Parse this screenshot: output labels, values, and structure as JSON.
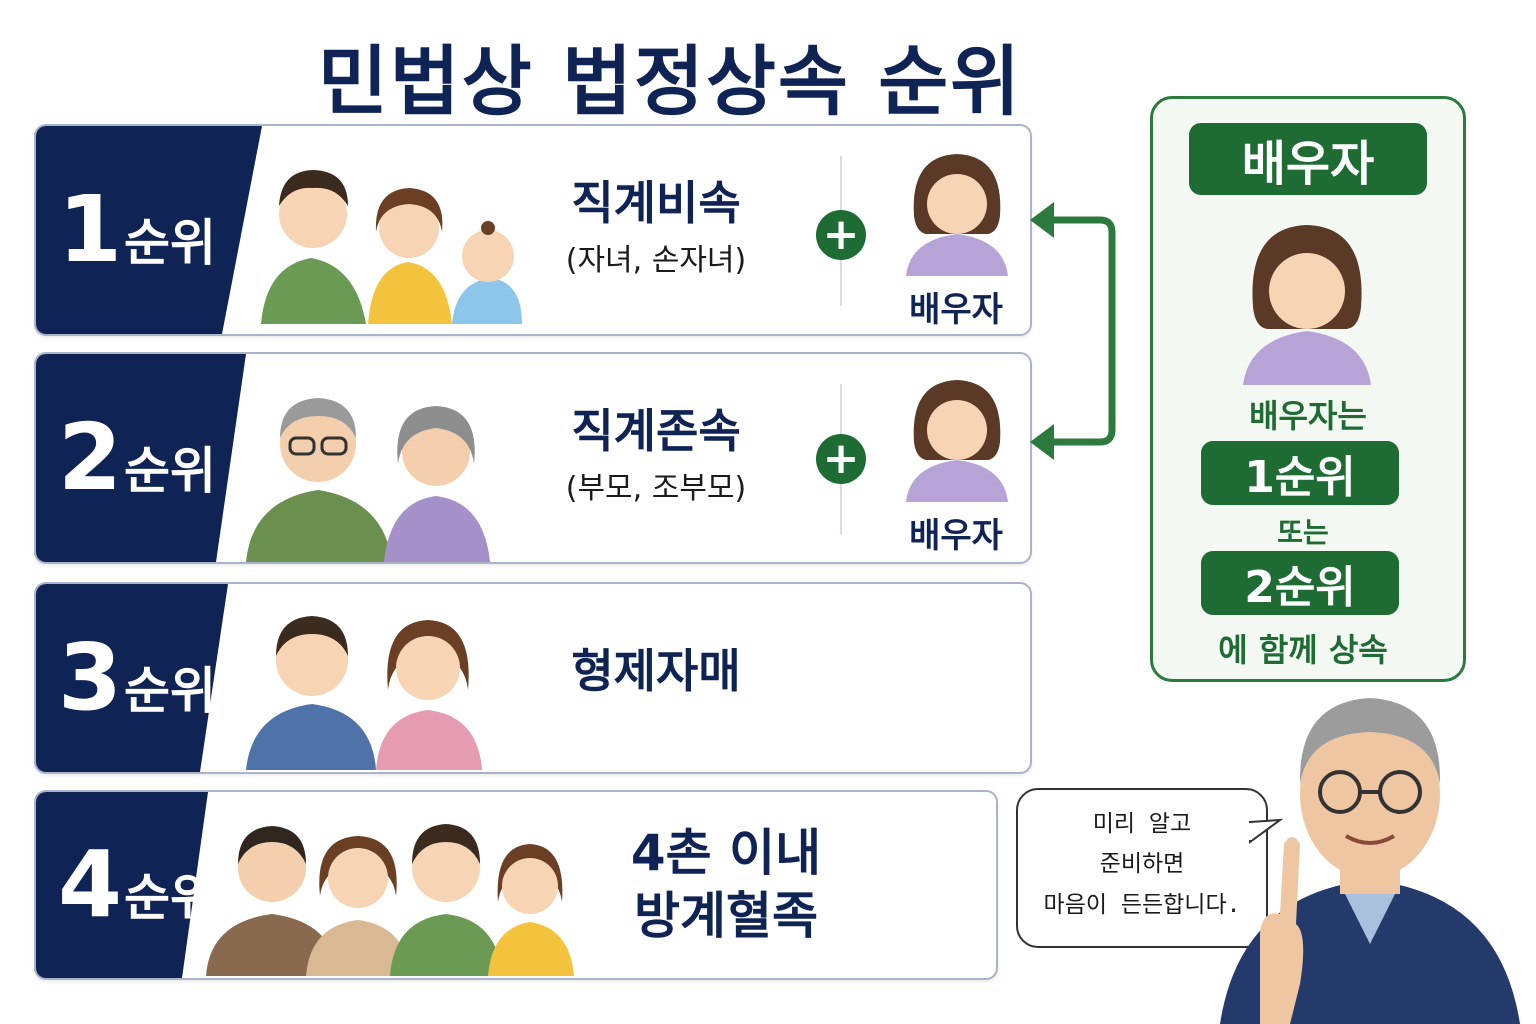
{
  "title": "민법상 법정상속 순위",
  "ranks": [
    {
      "num": "1",
      "word": "순위",
      "main": "직계비속",
      "sub": "(자녀, 손자녀)",
      "spouse": "배우자"
    },
    {
      "num": "2",
      "word": "순위",
      "main": "직계존속",
      "sub": "(부모, 조부모)",
      "spouse": "배우자"
    },
    {
      "num": "3",
      "word": "순위",
      "main": "형제자매"
    },
    {
      "num": "4",
      "word": "순위",
      "main": "4촌 이내",
      "main2": "방계혈족"
    }
  ],
  "plus": "+",
  "panel": {
    "title": "배우자",
    "line1": "배우자는",
    "rank1": "1순위",
    "or": "또는",
    "rank2": "2순위",
    "line2": "에 함께 상속"
  },
  "bubble": {
    "line1": "미리 알고",
    "line2": "준비하면",
    "line3": "마음이 든든합니다."
  },
  "colors": {
    "navy": "#0f2454",
    "green": "#1e6b34",
    "panel_border": "#2d7a3e"
  }
}
